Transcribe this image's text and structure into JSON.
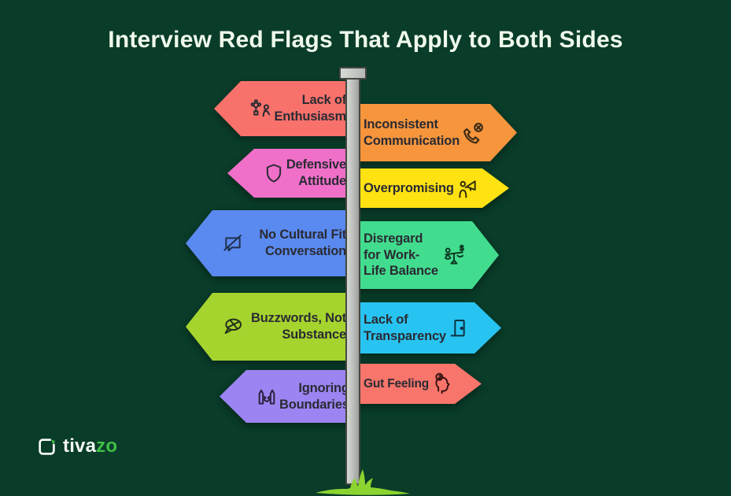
{
  "title": "Interview Red Flags That Apply to Both Sides",
  "background_color": "#093C29",
  "pole_color": "#B9BCB8",
  "grass_color": "#8CD430",
  "flag_text_color": "#2A2B33",
  "flags": {
    "left": [
      {
        "label": "Lack of Enthusiasm",
        "color": "#F9716B",
        "icon": "low-enthusiasm-icon"
      },
      {
        "label": "Defensive Attitude",
        "color": "#F06FC9",
        "icon": "shield-icon"
      },
      {
        "label": "No Cultural Fit Conversation",
        "color": "#5A8AEF",
        "icon": "muted-chat-icon"
      },
      {
        "label": "Buzzwords, Not Substance",
        "color": "#A6D42E",
        "icon": "crossed-speech-icon"
      },
      {
        "label": "Ignoring Boundaries",
        "color": "#9C84F2",
        "icon": "broken-fence-icon"
      }
    ],
    "right": [
      {
        "label": "Inconsistent Communication",
        "color": "#F6953C",
        "icon": "missed-call-icon"
      },
      {
        "label": "Overpromising",
        "color": "#FFE212",
        "icon": "megaphone-person-icon"
      },
      {
        "label": "Disregard for Work-Life Balance",
        "color": "#42DC8E",
        "icon": "balance-scale-icon"
      },
      {
        "label": "Lack of Transparency",
        "color": "#28C4F1",
        "icon": "door-icon"
      },
      {
        "label": "Gut Feeling",
        "color": "#F8756B",
        "icon": "thinking-head-icon"
      }
    ]
  },
  "logo": {
    "primary": "tiva",
    "accent": "zo",
    "accent_color": "#3FBF44"
  }
}
